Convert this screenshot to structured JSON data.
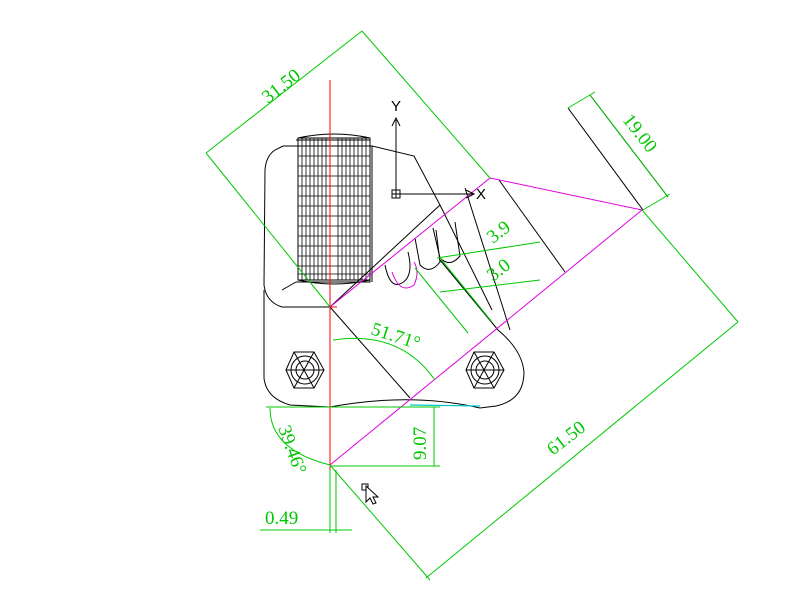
{
  "drawing": {
    "colors": {
      "dimension": "#00c800",
      "geometry": "#000000",
      "construction": "#e000e0",
      "centerline": "#ff0000",
      "edge": "#00c8c8",
      "background": "#ffffff"
    },
    "ucs": {
      "x_label": "X",
      "y_label": "Y"
    },
    "dimensions": {
      "width_top": "31.50",
      "width_right": "19.00",
      "length": "61.50",
      "small_a": "3.9",
      "small_b": "3.0",
      "height": "9.07",
      "offset": "0.49",
      "angle_main": "51.71°",
      "angle_left": "39.46°"
    },
    "icons": {
      "cursor": "pointer-cursor-icon",
      "ucs": "ucs-axis-icon",
      "hex_nut": "hex-nut-icon"
    }
  }
}
